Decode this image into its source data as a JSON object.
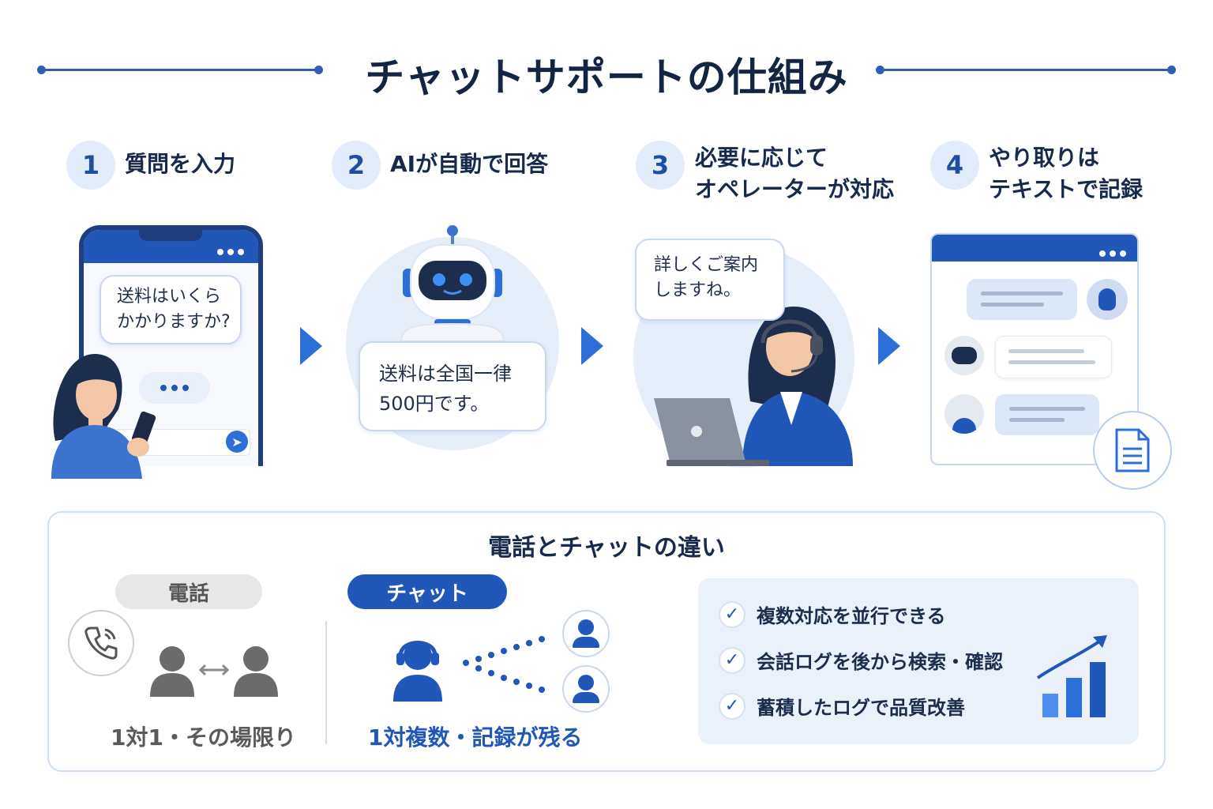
{
  "title": "チャットサポートの仕組み",
  "colors": {
    "accent": "#2157b8",
    "navy": "#1e3e7e",
    "light": "#e3ecfa",
    "gray": "#6b6b6b"
  },
  "steps": [
    {
      "num": "1",
      "line1": "質問を入力",
      "line2": ""
    },
    {
      "num": "2",
      "line1": "AIが自動で回答",
      "line2": ""
    },
    {
      "num": "3",
      "line1": "必要に応じて",
      "line2": "オペレーターが対応"
    },
    {
      "num": "4",
      "line1": "やり取りは",
      "line2": "テキストで記録"
    }
  ],
  "step1": {
    "bubble_line1": "送料はいくら",
    "bubble_line2": "かかりますか?"
  },
  "step2": {
    "bubble_line1": "送料は全国一律",
    "bubble_line2": "500円です。"
  },
  "step3": {
    "bubble_line1": "詳しくご案内",
    "bubble_line2": "しますね。"
  },
  "comparison": {
    "title": "電話とチャットの違い",
    "phone": {
      "label": "電話",
      "caption": "1対1・その場限り"
    },
    "chat": {
      "label": "チャット",
      "caption": "1対複数・記録が残る"
    },
    "benefits": [
      "複数対応を並行できる",
      "会話ログを後から検索・確認",
      "蓄積したログで品質改善"
    ]
  },
  "icons": [
    "phone-icon",
    "person-icon",
    "robot-icon",
    "operator-icon",
    "document-icon",
    "growth-chart-icon",
    "check-icon",
    "send-icon",
    "laptop-icon"
  ]
}
